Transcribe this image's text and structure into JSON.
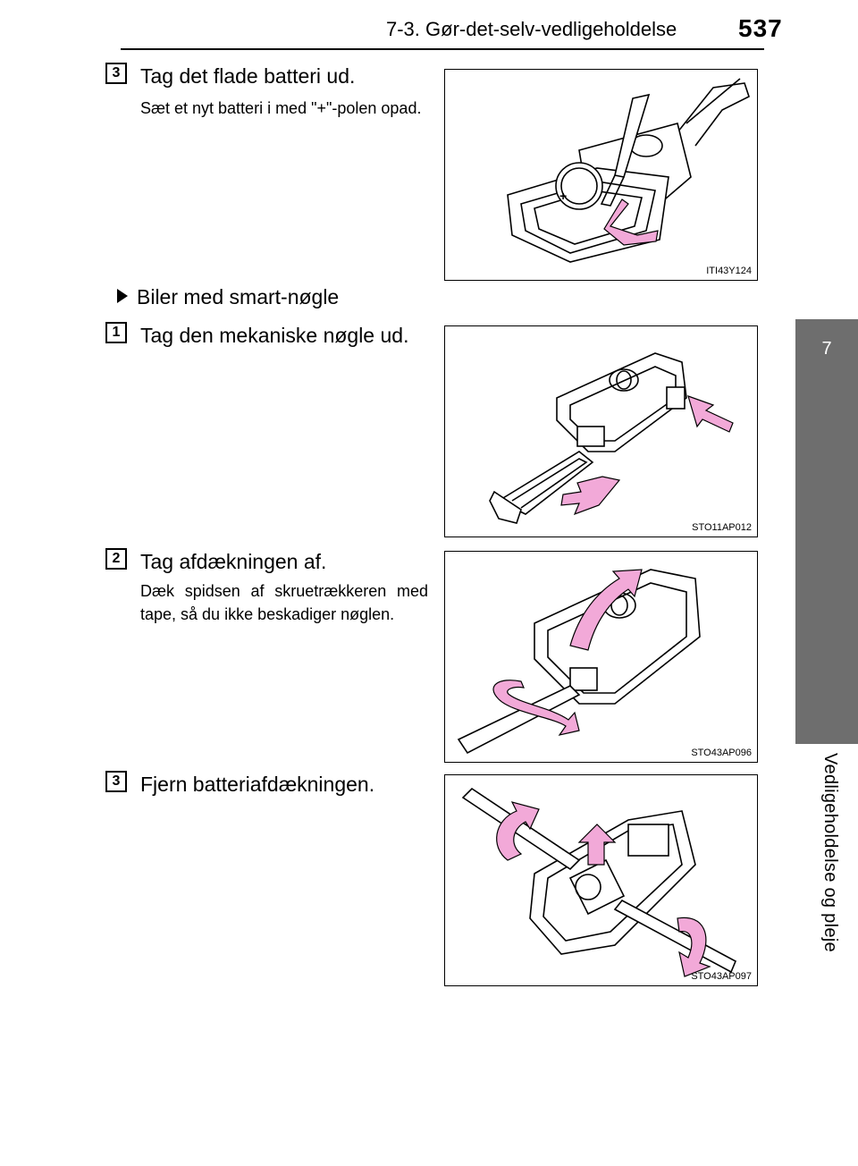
{
  "header": {
    "section_title": "7-3. Gør-det-selv-vedligeholdelse",
    "page_number": "537"
  },
  "side_tab": {
    "chapter_number": "7",
    "chapter_title": "Vedligeholdelse og pleje"
  },
  "steps": [
    {
      "number": "3",
      "title": "Tag det flade batteri ud.",
      "description": "Sæt et nyt batteri i med \"+\"-polen opad.",
      "figure_code": "ITI43Y124"
    },
    {
      "number": "1",
      "title": "Tag den mekaniske nøgle ud.",
      "figure_code": "STO11AP012"
    },
    {
      "number": "2",
      "title": "Tag afdækningen af.",
      "description": "Dæk spidsen af skruetrækkeren med tape, så du ikke beskadiger nøglen.",
      "figure_code": "STO43AP096"
    },
    {
      "number": "3",
      "title": "Fjern batteriafdækningen.",
      "figure_code": "STO43AP097"
    }
  ],
  "section": {
    "heading": "Biler med smart-nøgle"
  },
  "colors": {
    "arrow_pink": "#f2a9d8",
    "tab_gray": "#6e6e6e"
  },
  "figure_labels": {
    "battery_plus": "+"
  }
}
